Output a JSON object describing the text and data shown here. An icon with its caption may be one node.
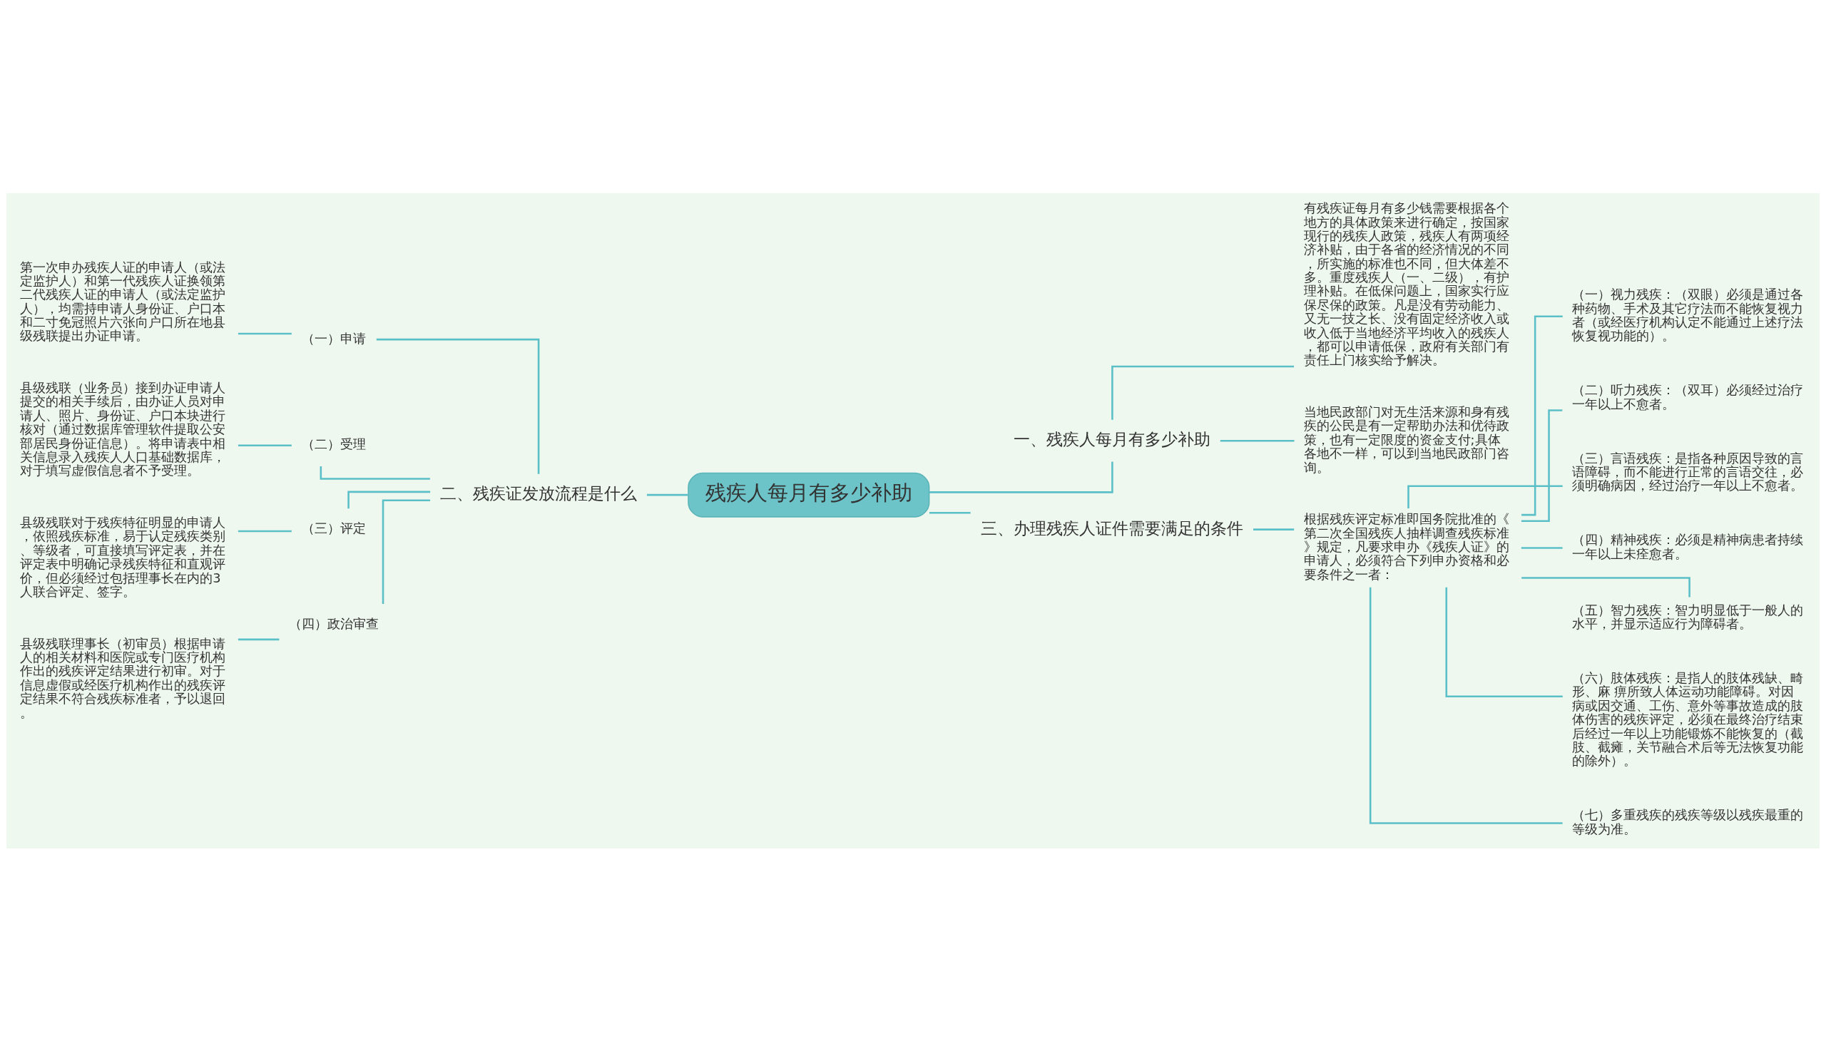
{
  "diagram": {
    "nodes": [
      {
        "text": [
          "残疾人每月有多少补助"
        ]
      },
      {
        "text": [
          "一、残疾人每月有多少补助"
        ]
      },
      {
        "text": [
          "有残疾证每月有多少钱需要根据各个地方的具体政策来进行确定，按国家现行的残疾人政策，残疾人有两项经济补贴，由于各省的经济情况的不同，所实施的标准也不同，但大体差不多。重度残疾人（一、二级），有护理补贴。在低保问题上，国家实行应保尽保的政策。凡是没有劳动能力、又无一技之长、没有固定经济收入或收入低于当地经济平均收入的残疾人，都可以申请低保，政府有关部门有责任上门核实给予解决。"
        ]
      },
      {
        "text": [
          "当地民政部门对无生活来源和身有残疾的公民是有一定帮助办法和优待政策，也有一定限度的资金支付;具体各地不一样，可以到当地民政部门咨询。"
        ]
      },
      {
        "text": [
          "二、残疾证发放流程是什么"
        ]
      },
      {
        "text": [
          "（一）申请"
        ]
      },
      {
        "text": [
          "第一次申办残疾人证的申请人（或法定监护人）和第一代残疾人证换领第二代残疾人证的申请人（或法定监护人），均需持申请人身份证、户口本和二寸免冠照片六张向户口所在地县级残联提出办证申请。"
        ]
      },
      {
        "text": [
          "（二）受理"
        ]
      },
      {
        "text": [
          "县级残联（业务员）接到办证申请人提交的相关手续后，由办证人员对申请人、照片、身份证、户口本块进行核对（通过数据库管理软件提取公安部居民身份证信息）。将申请表中相关信息录入残疾人人口基础数据库，对于填写虚假信息者不予受理。"
        ]
      },
      {
        "text": [
          "（三）评定"
        ]
      },
      {
        "text": [
          "县级残联对于残疾特征明显的申请人，依照残疾标准，易于认定残疾类别、等级者，可直接填写评定表，并在评定表中明确记录残疾特征和直观评价，但必须经过包括理事长在内的3人联合评定、签字。"
        ]
      },
      {
        "text": [
          "（四）政治审查"
        ]
      },
      {
        "text": [
          "县级残联理事长（初审员）根据申请人的相关材料和医院或专门医疗机构作出的残疾评定结果进行初审。对于信息虚假或经医疗机构作出的残疾评定结果不符合残疾标准者，予以退回。"
        ]
      },
      {
        "text": [
          "三、办理残疾人证件需要满足的条件"
        ]
      },
      {
        "text": [
          "根据残疾评定标准即国务院批准的《第二次全国残疾人抽样调查残疾标准》规定，凡要求申办《残疾人证》的申请人，必须符合下列申办资格和必要条件之一者："
        ]
      },
      {
        "text": [
          "（一）视力残疾：（双眼）必须是通过各种药物、手术及其它疗法而不能恢复视力者（或经医疗机构认定不能通过上述疗法恢复视功能的）。"
        ]
      },
      {
        "text": [
          "（二）听力残疾：（双耳）必须经过治疗一年以上不愈者。"
        ]
      },
      {
        "text": [
          "（三）言语残疾：是指各种原因导致的言语障碍，而不能进行正常的言语交往，必须明确病因，经过治疗一年以上不愈者。"
        ]
      },
      {
        "text": [
          "（四）精神残疾：必须是精神病患者持续一年以上未痊愈者。"
        ]
      },
      {
        "text": [
          "（五）智力残疾：智力明显低于一般人的水平，并显示适应行为障碍者。"
        ]
      },
      {
        "text": [
          "（六）肢体残疾：是指人的肢体残缺、畸形、麻 痹所致人体运动功能障碍。对因病或因交通、工伤、意外等事故造成的肢体伤害的残疾评定，必须在最终治疗结束后经过一年以上功能锻炼不能恢复的（截肢、截瘫，关节融合术后等无法恢复功能的除外）。"
        ]
      },
      {
        "text": [
          "（七）多重残疾的残疾等级以残疾最重的等级为准。"
        ]
      }
    ],
    "edges": [
      {
        "from": 0,
        "to": 1,
        "arrow": "none"
      },
      {
        "from": 1,
        "to": 2,
        "arrow": "none"
      },
      {
        "from": 1,
        "to": 3,
        "arrow": "none"
      },
      {
        "from": 0,
        "to": 4,
        "arrow": "none"
      },
      {
        "from": 4,
        "to": 5,
        "arrow": "none"
      },
      {
        "from": 5,
        "to": 6,
        "arrow": "none"
      },
      {
        "from": 4,
        "to": 7,
        "arrow": "none"
      },
      {
        "from": 7,
        "to": 8,
        "arrow": "none"
      },
      {
        "from": 4,
        "to": 9,
        "arrow": "none"
      },
      {
        "from": 9,
        "to": 10,
        "arrow": "none"
      },
      {
        "from": 4,
        "to": 11,
        "arrow": "none"
      },
      {
        "from": 11,
        "to": 12,
        "arrow": "none"
      },
      {
        "from": 0,
        "to": 13,
        "arrow": "none"
      },
      {
        "from": 13,
        "to": 14,
        "arrow": "none"
      },
      {
        "from": 14,
        "to": 15,
        "arrow": "none"
      },
      {
        "from": 14,
        "to": 16,
        "arrow": "none"
      },
      {
        "from": 14,
        "to": 17,
        "arrow": "none"
      },
      {
        "from": 14,
        "to": 18,
        "arrow": "none"
      },
      {
        "from": 14,
        "to": 19,
        "arrow": "none"
      },
      {
        "from": 14,
        "to": 20,
        "arrow": "none"
      },
      {
        "from": 14,
        "to": 21,
        "arrow": "none"
      }
    ]
  }
}
